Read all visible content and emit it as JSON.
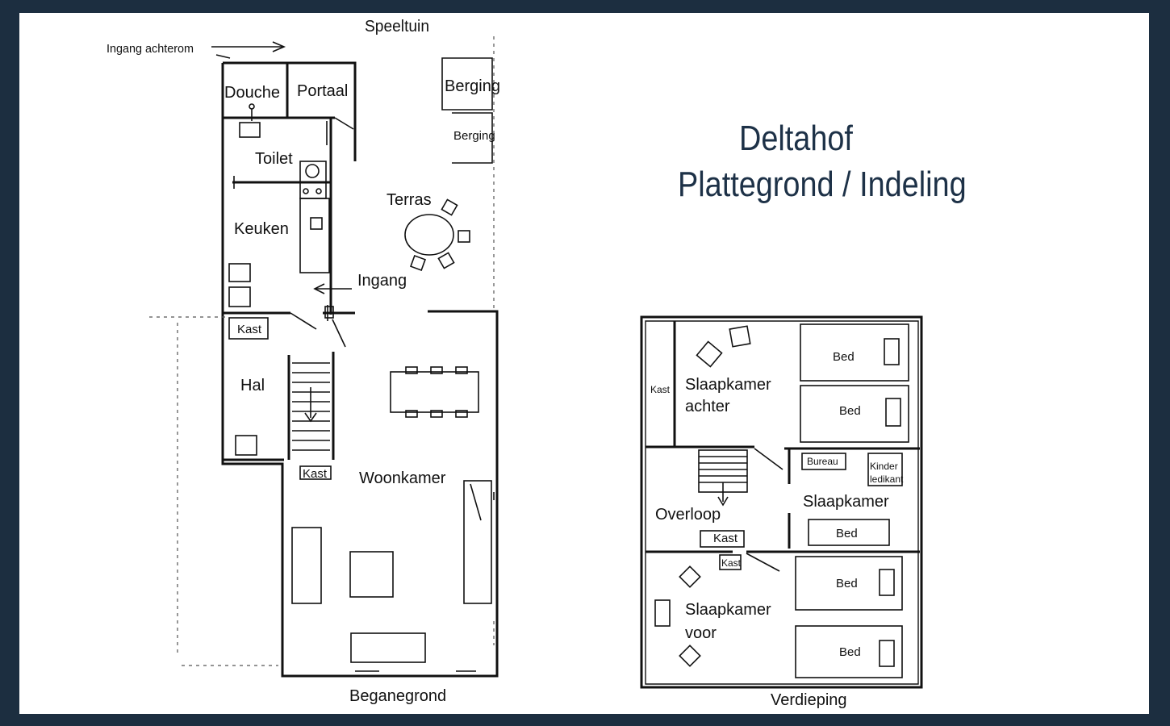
{
  "title": "Deltahof",
  "subtitle": "Plattegrond / Indeling",
  "colors": {
    "frame": "#1c2e40",
    "title": "#1d3147",
    "lines": "#111111"
  },
  "ground_floor": {
    "caption": "Beganegrond",
    "top_label": "Speeltuin",
    "rear_entrance": "Ingang achterom",
    "rooms": {
      "douche": "Douche",
      "portaal": "Portaal",
      "berging1": "Berging",
      "berging2": "Berging",
      "toilet": "Toilet",
      "keuken": "Keuken",
      "terras": "Terras",
      "ingang": "Ingang",
      "kast1": "Kast",
      "hal": "Hal",
      "kast2": "Kast",
      "woonkamer": "Woonkamer"
    }
  },
  "upper_floor": {
    "caption": "Verdieping",
    "rooms": {
      "kast_left": "Kast",
      "sk_achter_1": "Slaapkamer",
      "sk_achter_2": "achter",
      "bed1": "Bed",
      "bed2": "Bed",
      "bureau": "Bureau",
      "kinder_1": "Kinder",
      "kinder_2": "ledikant",
      "overloop": "Overloop",
      "slaapkamer": "Slaapkamer",
      "bed3": "Bed",
      "kast_mid": "Kast",
      "kast_small": "Kast",
      "bed4": "Bed",
      "sk_voor_1": "Slaapkamer",
      "sk_voor_2": "voor",
      "bed5": "Bed"
    }
  }
}
